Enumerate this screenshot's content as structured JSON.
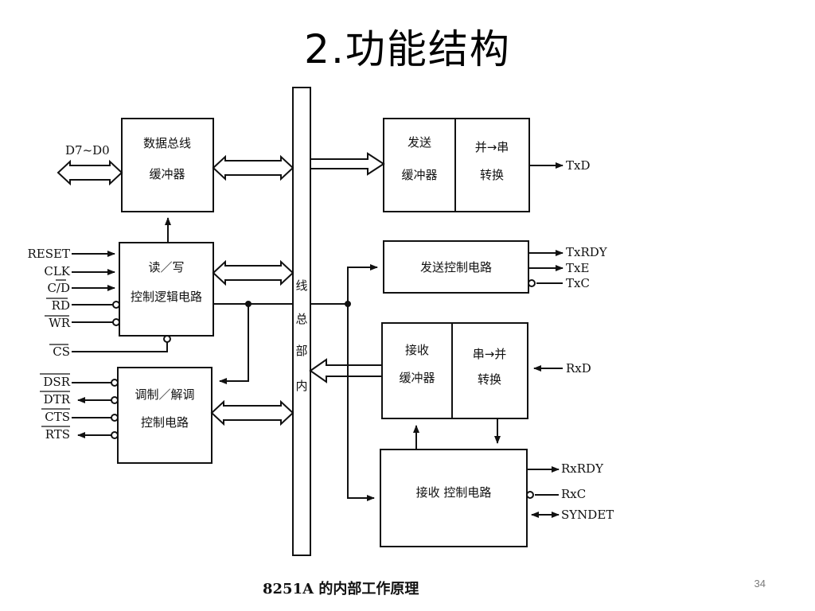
{
  "slide": {
    "title": "2.功能结构",
    "caption": "8251A 的内部工作原理",
    "page_number": "34"
  },
  "blocks": {
    "data_buffer": [
      "数据总线",
      "缓冲器"
    ],
    "rw_control": [
      "读／写",
      "控制逻辑电路"
    ],
    "modem_control": [
      "调制／解调",
      "控制电路"
    ],
    "tx_buffer": [
      "发送",
      "缓冲器"
    ],
    "tx_conv": [
      "并→串",
      "转换"
    ],
    "tx_control": "发送控制电路",
    "rx_buffer": [
      "接收",
      "缓冲器"
    ],
    "rx_conv": [
      "串→并",
      "转换"
    ],
    "rx_control": "接收 控制电路",
    "internal_bus": [
      "线",
      "总",
      "部",
      "内"
    ]
  },
  "signals": {
    "data_bus": "D7~D0",
    "left_inputs": [
      "RESET",
      "CLK",
      "C/D",
      "RD",
      "WR",
      "CS"
    ],
    "modem": [
      "DSR",
      "DTR",
      "CTS",
      "RTS"
    ],
    "tx_out": "TxD",
    "tx_status": [
      "TxRDY",
      "TxE",
      "TxC"
    ],
    "rx_in": "RxD",
    "rx_status": [
      "RxRDY",
      "RxC",
      "SYNDET"
    ]
  },
  "colors": {
    "ink": "#111111",
    "background": "#ffffff",
    "page_number": "#7a7a7a"
  }
}
